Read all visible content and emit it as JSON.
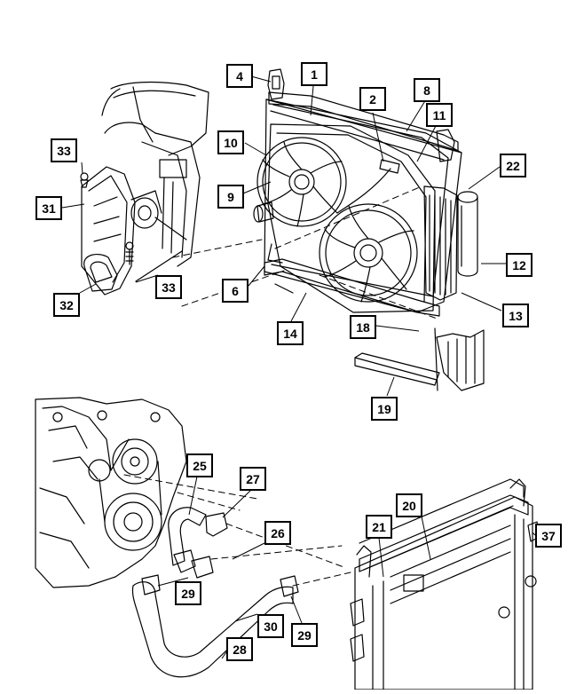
{
  "diagram": {
    "callouts": [
      {
        "id": "c1",
        "label": "1"
      },
      {
        "id": "c2",
        "label": "2"
      },
      {
        "id": "c4",
        "label": "4"
      },
      {
        "id": "c6",
        "label": "6"
      },
      {
        "id": "c8",
        "label": "8"
      },
      {
        "id": "c9",
        "label": "9"
      },
      {
        "id": "c10",
        "label": "10"
      },
      {
        "id": "c11",
        "label": "11"
      },
      {
        "id": "c12",
        "label": "12"
      },
      {
        "id": "c13",
        "label": "13"
      },
      {
        "id": "c14",
        "label": "14"
      },
      {
        "id": "c18",
        "label": "18"
      },
      {
        "id": "c19",
        "label": "19"
      },
      {
        "id": "c20",
        "label": "20"
      },
      {
        "id": "c21",
        "label": "21"
      },
      {
        "id": "c22",
        "label": "22"
      },
      {
        "id": "c25",
        "label": "25"
      },
      {
        "id": "c26",
        "label": "26"
      },
      {
        "id": "c27",
        "label": "27"
      },
      {
        "id": "c28",
        "label": "28"
      },
      {
        "id": "c29a",
        "label": "29"
      },
      {
        "id": "c29b",
        "label": "29"
      },
      {
        "id": "c30",
        "label": "30"
      },
      {
        "id": "c31",
        "label": "31"
      },
      {
        "id": "c32",
        "label": "32"
      },
      {
        "id": "c33a",
        "label": "33"
      },
      {
        "id": "c33b",
        "label": "33"
      },
      {
        "id": "c37",
        "label": "37"
      }
    ]
  }
}
